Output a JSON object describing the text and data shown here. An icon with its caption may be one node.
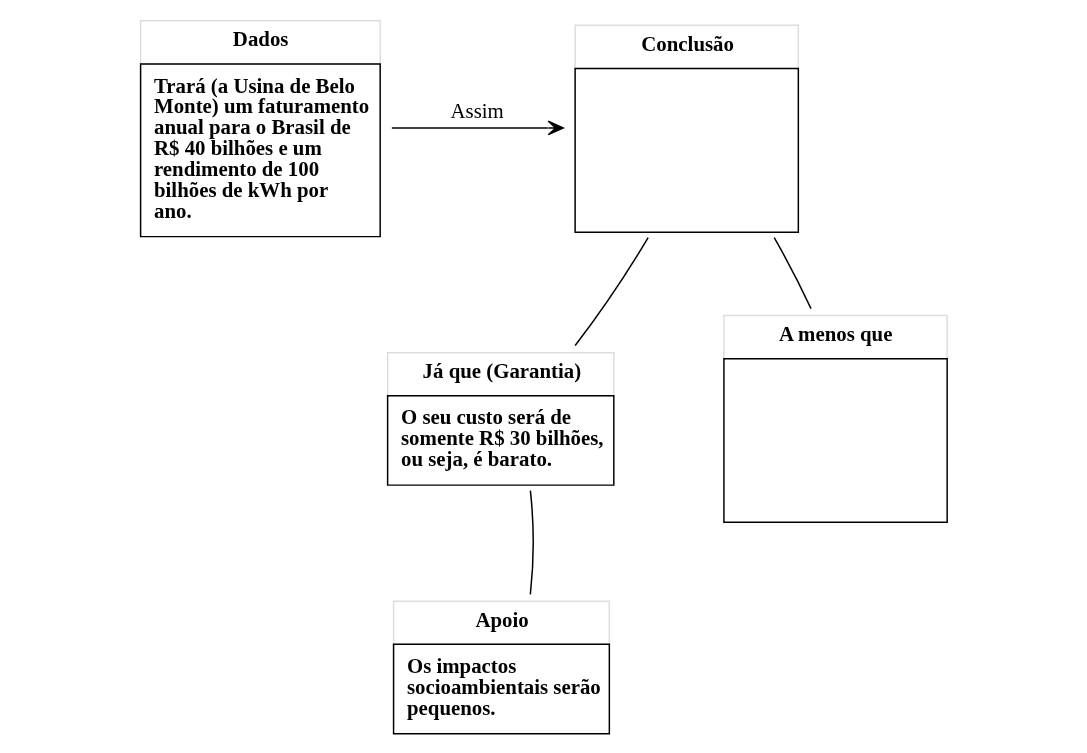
{
  "diagram": {
    "nodes": [
      {
        "text": [
          "Dados",
          "Trará (a Usina de Belo Monte) um faturamento anual para o Brasil de R$ 40 bilhões e um rendimento de 100 bilhões de kWh por ano."
        ]
      },
      {
        "text": [
          "Conclusão"
        ]
      },
      {
        "text": [
          "Já que (Garantia)",
          "O seu custo será de somente R$ 30 bilhões, ou seja, é barato."
        ]
      },
      {
        "text": [
          "A menos que"
        ]
      },
      {
        "text": [
          "Apoio",
          "Os impactos socioambientais serão pequenos."
        ]
      }
    ],
    "edges": [
      {
        "from": 0,
        "to": 1,
        "arrow": "to",
        "label": "Assim"
      },
      {
        "from": 2,
        "to": 1,
        "arrow": "none"
      },
      {
        "from": 3,
        "to": 1,
        "arrow": "none"
      },
      {
        "from": 4,
        "to": 2,
        "arrow": "none"
      }
    ]
  }
}
